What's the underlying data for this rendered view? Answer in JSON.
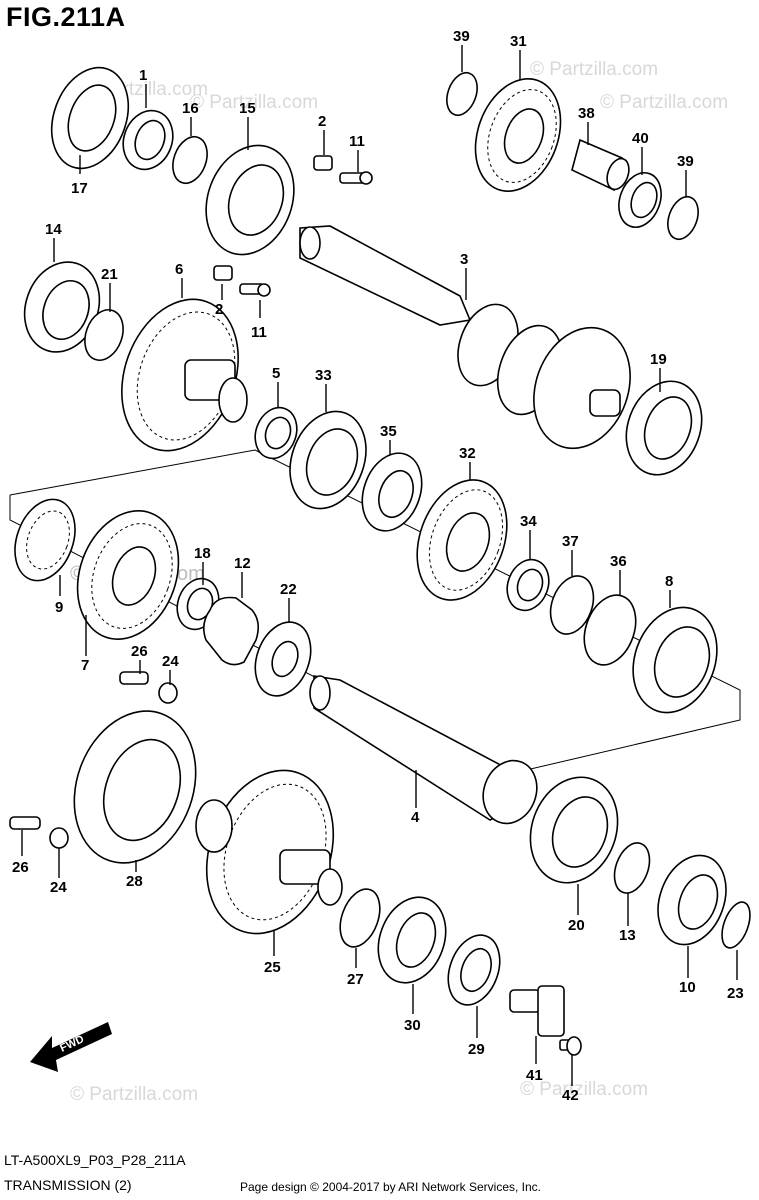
{
  "figure_title": "FIG.211A",
  "diagram_code": "LT-A500XL9_P03_P28_211A",
  "subtitle": "TRANSMISSION (2)",
  "copyright": "Page design © 2004-2017 by ARI Network Services, Inc.",
  "fwd_label": "FWD",
  "watermark": "© Partzilla.com",
  "callouts": {
    "p1": "1",
    "p2a": "2",
    "p2b": "2",
    "p3": "3",
    "p4": "4",
    "p5": "5",
    "p6": "6",
    "p7": "7",
    "p8": "8",
    "p9": "9",
    "p10": "10",
    "p11a": "11",
    "p11b": "11",
    "p12": "12",
    "p13": "13",
    "p14": "14",
    "p15": "15",
    "p16": "16",
    "p17": "17",
    "p18": "18",
    "p19": "19",
    "p20": "20",
    "p21": "21",
    "p22": "22",
    "p23": "23",
    "p24a": "24",
    "p24b": "24",
    "p25": "25",
    "p26a": "26",
    "p26b": "26",
    "p27": "27",
    "p28": "28",
    "p29": "29",
    "p30": "30",
    "p31": "31",
    "p32": "32",
    "p33": "33",
    "p34": "34",
    "p35": "35",
    "p36": "36",
    "p37": "37",
    "p38": "38",
    "p39a": "39",
    "p39b": "39",
    "p40": "40",
    "p41": "41",
    "p42": "42"
  }
}
